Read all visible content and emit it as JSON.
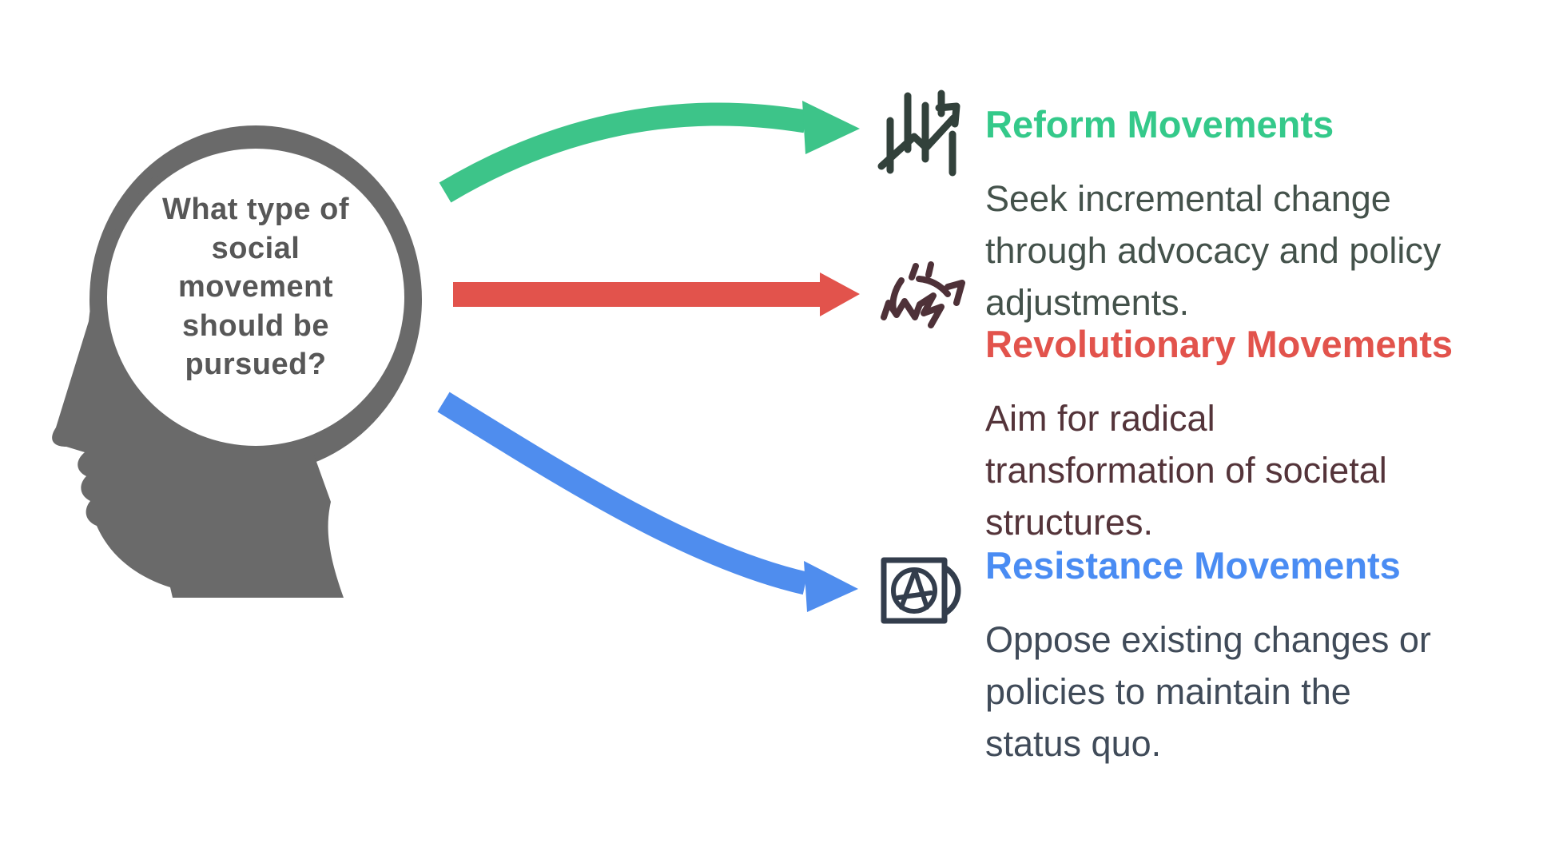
{
  "head": {
    "silhouette_color": "#6a6a6a",
    "text_color": "#575757",
    "question": "What type of\nsocial\nmovement\nshould be\npursued?"
  },
  "sections": [
    {
      "id": "reform",
      "title": "Reform Movements",
      "title_color": "#34c98a",
      "arrow_color": "#3dc489",
      "icon": "trend-chart-icon",
      "icon_color": "#32413b",
      "description": "Seek incremental change\nthrough advocacy and policy\nadjustments.",
      "description_color": "#44524b"
    },
    {
      "id": "revolutionary",
      "title": "Revolutionary Movements",
      "title_color": "#e2534c",
      "arrow_color": "#e2534c",
      "icon": "explosion-icon",
      "icon_color": "#4e3138",
      "description": "Aim for radical\ntransformation of societal\nstructures.",
      "description_color": "#54343a"
    },
    {
      "id": "resistance",
      "title": "Resistance Movements",
      "title_color": "#4a8cf3",
      "arrow_color": "#4f8dee",
      "icon": "anarchy-icon",
      "icon_color": "#333d4c",
      "description": "Oppose existing changes or\npolicies to maintain the\nstatus quo.",
      "description_color": "#404b59"
    }
  ]
}
